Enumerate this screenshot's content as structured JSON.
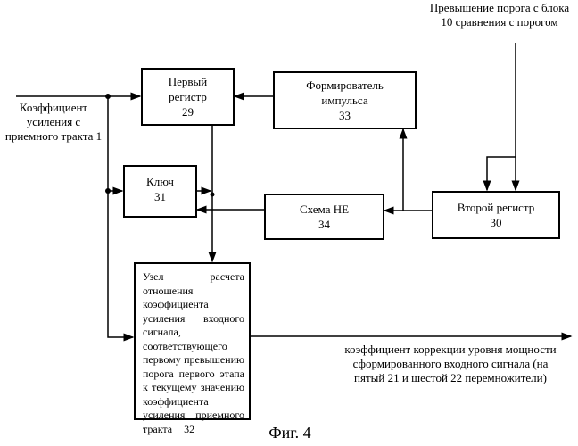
{
  "blocks": {
    "first_register": {
      "name": "Первый регистр",
      "number": "29"
    },
    "pulse_former": {
      "name": "Формирователь импульса",
      "number": "33"
    },
    "key": {
      "name": "Ключ",
      "number": "31"
    },
    "not_circuit": {
      "name": "Схема НЕ",
      "number": "34"
    },
    "second_register": {
      "name": "Второй регистр",
      "number": "30"
    },
    "ratio_unit": {
      "name": "Узел расчета отношения коэффициента усиления входного сигнала, соответствующего первому превышению порога первого этапа к текущему значению коэффициента усиления приемного тракта",
      "number": "32"
    }
  },
  "labels": {
    "input": "Коэффициент усиления с приемного тракта 1",
    "threshold": "Превышение порога с блока 10 сравнения с порогом",
    "output": "коэффициент коррекции уровня мощности сформированного входного сигнала (на пятый 21 и шестой 22 перемножители)"
  },
  "caption": "Фиг. 4"
}
